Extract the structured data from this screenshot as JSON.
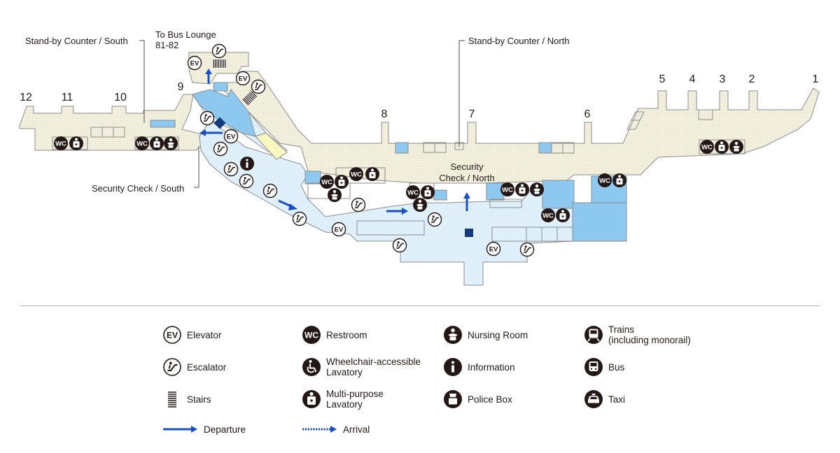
{
  "map": {
    "labels": {
      "standby_south": "Stand-by Counter / South",
      "to_bus_lounge": "To Bus Lounge",
      "bus_lounge_gates": "81-82",
      "standby_north": "Stand-by Counter / North",
      "security_south": "Security Check / South",
      "security_north_line1": "Security",
      "security_north_line2": "Check / North"
    },
    "gates": [
      "12",
      "11",
      "10",
      "9",
      "8",
      "7",
      "6",
      "5",
      "4",
      "3",
      "2",
      "1"
    ],
    "colors": {
      "floor": "#f3f0df",
      "secure_area": "#dff0fb",
      "room_blue": "#8cc8f0",
      "room_yellow": "#fbf7c0",
      "outline": "#8c8c8c",
      "arrow_blue": "#1a4fc4",
      "icon_dark": "#231815",
      "marker_navy": "#143a7a"
    }
  },
  "legend": {
    "elevator": "Elevator",
    "escalator": "Escalator",
    "stairs": "Stairs",
    "departure": "Departure",
    "restroom": "Restroom",
    "wheelchair": "Wheelchair-accessible\nLavatory",
    "multipurpose": "Multi-purpose\nLavatory",
    "arrival": "Arrival",
    "nursing": "Nursing Room",
    "information": "Information",
    "police": "Police Box",
    "trains": "Trains\n (including monorail)",
    "bus": "Bus",
    "taxi": "Taxi"
  },
  "icon_labels": {
    "ev": "EV",
    "wc": "WC",
    "info": "i"
  }
}
